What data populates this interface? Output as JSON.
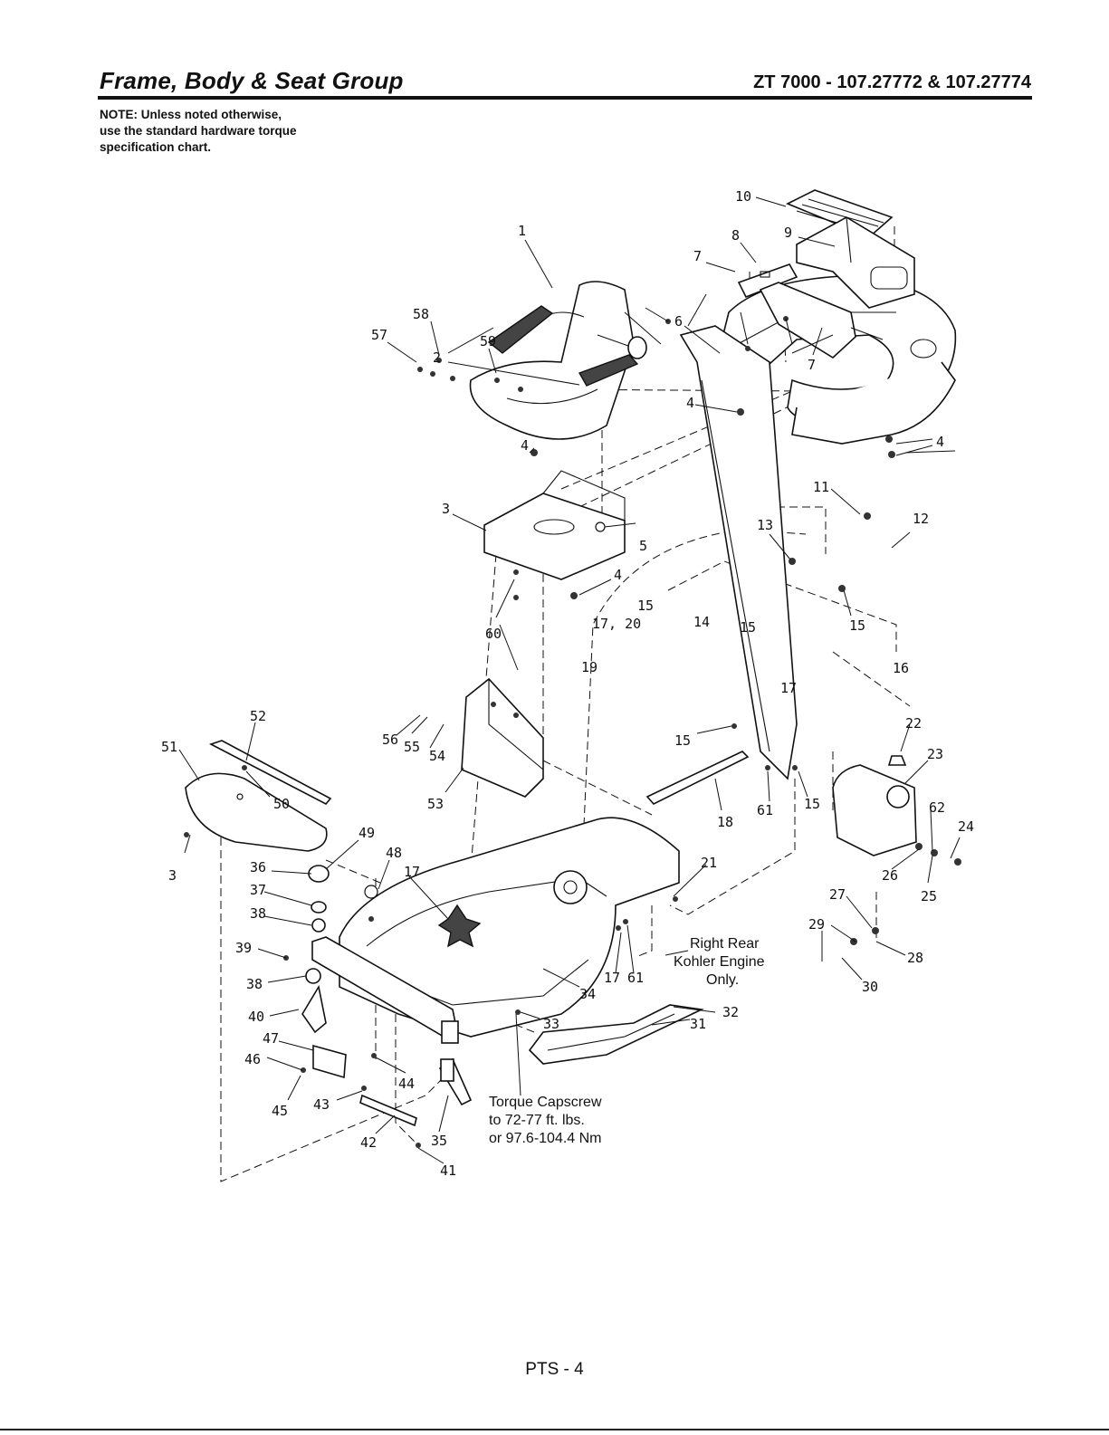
{
  "header": {
    "title": "Frame, Body & Seat Group",
    "model": "ZT 7000 - 107.27772 & 107.27774"
  },
  "note": {
    "line1": "NOTE: Unless noted otherwise,",
    "line2": "use the standard hardware torque",
    "line3": "specification chart."
  },
  "annotations": {
    "right_rear_1": "Right Rear",
    "right_rear_2": "Kohler Engine",
    "right_rear_3": "Only.",
    "torque_1": "Torque Capscrew",
    "torque_2": "to 72-77 ft. lbs.",
    "torque_3": "or 97.6-104.4 Nm"
  },
  "callouts": {
    "c1": "1",
    "c2": "2",
    "c3a": "3",
    "c3b": "3",
    "c4a": "4",
    "c4b": "4",
    "c4c": "4",
    "c4d": "4",
    "c5": "5",
    "c6": "6",
    "c7a": "7",
    "c7b": "7",
    "c8": "8",
    "c9": "9",
    "c10": "10",
    "c11": "11",
    "c12": "12",
    "c13": "13",
    "c14": "14",
    "c15a": "15",
    "c15b": "15",
    "c15c": "15",
    "c15d": "15",
    "c15e": "15",
    "c16": "16",
    "c17a": "17",
    "c17b": "17",
    "c17c": "17",
    "c1720": "17, 20",
    "c18": "18",
    "c19": "19",
    "c21": "21",
    "c22": "22",
    "c23": "23",
    "c24": "24",
    "c25": "25",
    "c26": "26",
    "c27": "27",
    "c28": "28",
    "c29": "29",
    "c30": "30",
    "c31": "31",
    "c32": "32",
    "c33": "33",
    "c34": "34",
    "c35": "35",
    "c36": "36",
    "c37": "37",
    "c38a": "38",
    "c38b": "38",
    "c39": "39",
    "c40": "40",
    "c41": "41",
    "c42": "42",
    "c43": "43",
    "c44": "44",
    "c45": "45",
    "c46": "46",
    "c47": "47",
    "c48": "48",
    "c49": "49",
    "c50": "50",
    "c51": "51",
    "c52": "52",
    "c53": "53",
    "c54": "54",
    "c55": "55",
    "c56": "56",
    "c57": "57",
    "c58": "58",
    "c59": "59",
    "c60": "60",
    "c61a": "61",
    "c61b": "61",
    "c62": "62"
  },
  "footer": {
    "page": "PTS - 4"
  }
}
